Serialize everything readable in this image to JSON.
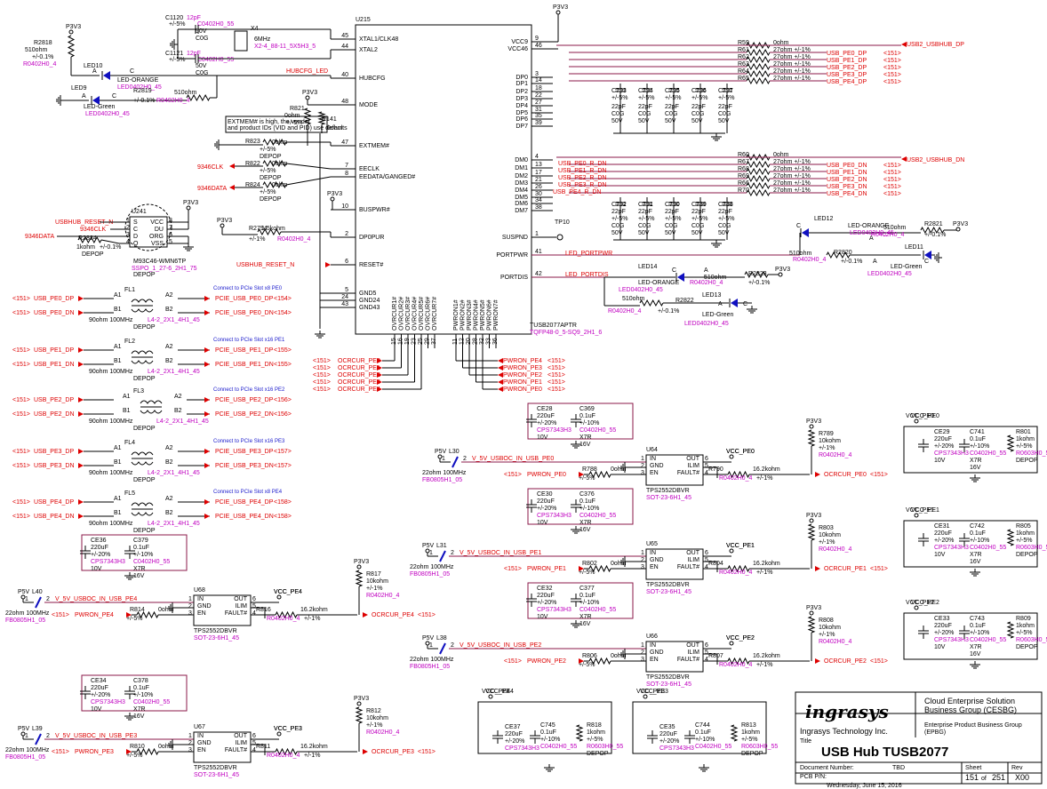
{
  "nets": {
    "p3v3": "P3V3",
    "p5v": "P5V",
    "hubcfg": "HUBCFG_LED",
    "usb2dp": "USB2_USBHUB_DP",
    "usb2dn": "USB2_USBHUB_DN",
    "clk": "9346CLK",
    "data": "9346DATA",
    "usbreset": "USBHUB_RESET_N",
    "resetn": "USBHUB_RESET_N",
    "portpwr": "LED_PORTPWR",
    "portdis": "LED_PORTDIS",
    "vpe0": "V_5V_USBOC_IN_USB_PE0",
    "vpe1": "V_5V_USBOC_IN_USB_PE1",
    "vpe2": "V_5V_USBOC_IN_USB_PE2",
    "vpe3": "V_5V_USBOC_IN_USB_PE3",
    "vpe4": "V_5V_USBOC_IN_USB_PE4",
    "vcc0": "VCC_PE0",
    "vcc1": "VCC_PE1",
    "vcc2": "VCC_PE2",
    "vcc3": "VCC_PE3",
    "vcc4": "VCC_PE4"
  },
  "ic": {
    "ref": "U215",
    "part": "TUSB2077APTR",
    "fp": "TQFP48-0_5-SQ9_2H1_6",
    "left": [
      {
        "n": "XTAL1/CLK48",
        "p": "45"
      },
      {
        "n": "XTAL2",
        "p": "44"
      },
      {
        "n": "HUBCFG",
        "p": "40"
      },
      {
        "n": "MODE",
        "p": "48"
      },
      {
        "n": "EXTMEM#",
        "p": "47"
      },
      {
        "n": "EECLK",
        "p": "7"
      },
      {
        "n": "EEDATA/GANGED#",
        "p": "8"
      },
      {
        "n": "BUSPWR#",
        "p": "10"
      },
      {
        "n": "DP0PUR",
        "p": "2"
      },
      {
        "n": "RESET#",
        "p": "6"
      },
      {
        "n": "GND5",
        "p": "5"
      },
      {
        "n": "GND24",
        "p": "24"
      },
      {
        "n": "GND43",
        "p": "43"
      }
    ],
    "right": [
      {
        "n": "VCC9",
        "p": "9"
      },
      {
        "n": "VCC46",
        "p": "46"
      },
      {
        "n": "DP0",
        "p": "3"
      },
      {
        "n": "DP1",
        "p": "14"
      },
      {
        "n": "DP2",
        "p": "18"
      },
      {
        "n": "DP3",
        "p": "22"
      },
      {
        "n": "DP4",
        "p": "27"
      },
      {
        "n": "DP5",
        "p": "31"
      },
      {
        "n": "DP6",
        "p": "35"
      },
      {
        "n": "DP7",
        "p": "39"
      },
      {
        "n": "DM0",
        "p": "4"
      },
      {
        "n": "DM1",
        "p": "13"
      },
      {
        "n": "DM2",
        "p": "17"
      },
      {
        "n": "DM3",
        "p": "21"
      },
      {
        "n": "DM4",
        "p": "26"
      },
      {
        "n": "DM5",
        "p": "30"
      },
      {
        "n": "DM6",
        "p": "34"
      },
      {
        "n": "DM7",
        "p": "38"
      },
      {
        "n": "SUSPND",
        "p": "1"
      },
      {
        "n": "PORTPWR",
        "p": "41"
      },
      {
        "n": "PORTDIS",
        "p": "42"
      }
    ],
    "bottom_left": [
      "OVRCUR1#",
      "OVRCUR2#",
      "OVRCUR3#",
      "OVRCUR4#",
      "OVRCUR5#",
      "OVRCUR6#",
      "OVRCUR7#"
    ],
    "bottom_left_pins": [
      "15",
      "16",
      "19",
      "23",
      "25",
      "29",
      "37"
    ],
    "bottom_right": [
      "PWRON1#",
      "PWRON2#",
      "PWRON3#",
      "PWRON4#",
      "PWRON5#",
      "PWRON6#",
      "PWRON7#"
    ],
    "bottom_right_pins": [
      "11",
      "12",
      "20",
      "28",
      "32",
      "33",
      "36"
    ]
  },
  "crystal": {
    "ref": "X4",
    "val": "6MHz",
    "fp": "X2-4_88-11_5X5H3_5"
  },
  "xcaps": [
    {
      "ref": "C1120",
      "val": "12pF",
      "tol": "+/-5%",
      "fp": "C0402H0_55",
      "v": "50V",
      "d": "C0G"
    },
    {
      "ref": "C1121",
      "val": "12pF",
      "tol": "+/-5%",
      "fp": "C0402H0_55",
      "v": "50V",
      "d": "C0G"
    }
  ],
  "leds_left": [
    {
      "ref": "LED10",
      "name": "LED-ORANGE",
      "fp": "LED0402H0_45"
    },
    {
      "ref": "LED9",
      "name": "LED-Green",
      "fp": "LED0402H0_45"
    }
  ],
  "r2818": {
    "ref": "R2818",
    "val": "510ohm",
    "tol": "+/-0.1%",
    "fp": "R0402H0_4"
  },
  "r2819": {
    "ref": "R2819",
    "val": "510ohm",
    "tol": "+/-0.1%",
    "fp": "R0402H0_4"
  },
  "r821": {
    "ref": "R821",
    "val": "0ohm",
    "tol": "+/-5%"
  },
  "r141": {
    "ref": "R141",
    "val": "0ohm"
  },
  "modenote": [
    "EXTMEM# is high, the vendor",
    "and product IDs (VID and PID) use defaults"
  ],
  "r823": {
    "ref": "R823",
    "val": "0ohm",
    "tol": "+/-5%",
    "dp": "DEPOP"
  },
  "r822": {
    "ref": "R822",
    "val": "0ohm",
    "tol": "+/-5%",
    "dp": "DEPOP"
  },
  "r824": {
    "ref": "R824",
    "val": "0ohm",
    "tol": "+/-5%",
    "dp": "DEPOP"
  },
  "eeprom": {
    "ref": "U241",
    "part": "M93C46-WMN6TP",
    "fp": "SSPO_1_27-6_2H1_75",
    "dp": "DEPOP",
    "pins": [
      "S",
      "C",
      "D",
      "Q",
      "VCC",
      "DU",
      "ORG",
      "VSS"
    ],
    "pnums": [
      "1",
      "2",
      "3",
      "4",
      "8",
      "7",
      "6",
      "5"
    ]
  },
  "r2824": {
    "ref": "R2824",
    "val": "1kohm",
    "tol": "+/-0.1%",
    "dp": "DEPOP"
  },
  "r2794": {
    "ref": "R2794",
    "val": "1.5kohm",
    "tol": "+/-1%",
    "fp": "R0402H0_4"
  },
  "dpres": [
    {
      "ref": "R59",
      "v": "0ohm"
    },
    {
      "ref": "R61",
      "v": "27ohm +/-1%"
    },
    {
      "ref": "R62",
      "v": "27ohm +/-1%"
    },
    {
      "ref": "R63",
      "v": "27ohm +/-1%"
    },
    {
      "ref": "R64",
      "v": "27ohm +/-1%"
    },
    {
      "ref": "R65",
      "v": "27ohm +/-1%"
    }
  ],
  "dnres": [
    {
      "ref": "R60",
      "v": "0ohm"
    },
    {
      "ref": "R67",
      "v": "27ohm +/-1%"
    },
    {
      "ref": "R68",
      "v": "27ohm +/-1%"
    },
    {
      "ref": "R69",
      "v": "27ohm +/-1%"
    },
    {
      "ref": "R66",
      "v": "27ohm +/-1%"
    },
    {
      "ref": "R70",
      "v": "27ohm +/-1%"
    }
  ],
  "dpnets": [
    "USB_PE0_DP",
    "USB_PE1_DP",
    "USB_PE2_DP",
    "USB_PE3_DP",
    "USB_PE4_DP"
  ],
  "dnnets": [
    "USB_PE0_DN",
    "USB_PE1_DN",
    "USB_PE2_DN",
    "USB_PE3_DN",
    "USB_PE4_DN"
  ],
  "dnnets_r": [
    "USB_PE0_R_DN",
    "USB_PE1_R_DN",
    "USB_PE2_R_DN",
    "USB_PE3_R_DN",
    "USB_PE4_R_DN"
  ],
  "sheetref151": "<151>",
  "capsTop": [
    "C793",
    "C794",
    "C795",
    "C796",
    "C797"
  ],
  "capsBot": [
    "C792",
    "C791",
    "C790",
    "C789",
    "C788"
  ],
  "capv": {
    "val": "22pF",
    "tol": "+/-5%",
    "d": "C0G",
    "v": "50V"
  },
  "tp10": "TP10",
  "leds_right": [
    {
      "ref": "LED12",
      "name": "LED-ORANGE",
      "fp": "LED0402H0_45"
    },
    {
      "ref": "LED11",
      "name": "LED-Green",
      "fp": "LED0402H0_45"
    },
    {
      "ref": "LED14",
      "name": "LED-ORANGE",
      "fp": "LED0402H0_45"
    },
    {
      "ref": "LED13",
      "name": "LED-Green",
      "fp": "LED0402H0_45"
    }
  ],
  "rright": [
    {
      "ref": "R2821",
      "val": "510ohm",
      "fp": "R0402H0_4",
      "tol": "+/-0.1%"
    },
    {
      "ref": "R2820",
      "val": "510ohm",
      "fp": "R0402H0_4",
      "tol": "+/-0.1%"
    },
    {
      "ref": "R2823",
      "val": "510ohm",
      "fp": "R0402H0_4",
      "tol": "+/-0.1%"
    },
    {
      "ref": "R2822",
      "val": "510ohm",
      "fp": "R0402H0_4",
      "tol": "+/-0.1%"
    }
  ],
  "filters": [
    {
      "ref": "FL1",
      "note": "Connect to PCIe Slot x8 PE0",
      "in": [
        "USB_PE0_DP",
        "USB_PE0_DN"
      ],
      "out": [
        "PCIE_USB_PE0_DP",
        "PCIE_USB_PE0_DN"
      ],
      "sheet": "<154>"
    },
    {
      "ref": "FL2",
      "note": "Connect to PCIe Slot x16 PE1",
      "in": [
        "USB_PE1_DP",
        "USB_PE1_DN"
      ],
      "out": [
        "PCIE_USB_PE1_DP",
        "PCIE_USB_PE1_DN"
      ],
      "sheet": "<155>"
    },
    {
      "ref": "FL3",
      "note": "Connect to PCIe Slot x16 PE2",
      "in": [
        "USB_PE2_DP",
        "USB_PE2_DN"
      ],
      "out": [
        "PCIE_USB_PE2_DP",
        "PCIE_USB_PE2_DN"
      ],
      "sheet": "<156>"
    },
    {
      "ref": "FL4",
      "note": "Connect to PCIe Slot x16 PE3",
      "in": [
        "USB_PE3_DP",
        "USB_PE3_DN"
      ],
      "out": [
        "PCIE_USB_PE3_DP",
        "PCIE_USB_PE3_DN"
      ],
      "sheet": "<157>"
    },
    {
      "ref": "FL5",
      "note": "Connect to PCIe Slot x8 PE4",
      "in": [
        "USB_PE4_DP",
        "USB_PE4_DN"
      ],
      "out": [
        "PCIE_USB_PE4_DP",
        "PCIE_USB_PE4_DN"
      ],
      "sheet": "<158>"
    }
  ],
  "flv": {
    "imp": "90ohm 100MHz",
    "fp": "L4-2_2X1_4H1_45",
    "dp": "DEPOP"
  },
  "ocr": [
    "OCRCUR_PE0",
    "OCRCUR_PE1",
    "OCRCUR_PE2",
    "OCRCUR_PE3",
    "OCRCUR_PE4"
  ],
  "pwr": [
    "PWRON_PE4",
    "PWRON_PE3",
    "PWRON_PE2",
    "PWRON_PE1",
    "PWRON_PE0"
  ],
  "sw": {
    "part": "TPS2552DBVR",
    "fp": "SOT-23-6H1_45",
    "pins": [
      "IN",
      "GND",
      "EN",
      "OUT",
      "ILIM",
      "FAULT#"
    ]
  },
  "fb": {
    "val": "22ohm 100MHz",
    "fp": "FB0805H1_05"
  },
  "ce": {
    "val": "220uF",
    "tol": "+/-20%",
    "fp": "CPS7343H3",
    "v": "10V"
  },
  "cc": {
    "val": "0.1uF",
    "tol": "+/-10%",
    "fp": "C0402H0_55",
    "d": "X7R",
    "v": "16V"
  },
  "rpu": {
    "val": "10kohm",
    "tol": "+/-1%",
    "fp": "R0402H0_4"
  },
  "rlim": {
    "val": "16.2kohm",
    "tol": "+/-1%",
    "fp": "R0402H0_4"
  },
  "r0": {
    "val": "0ohm",
    "tol": "+/-5%"
  },
  "rled": {
    "val": "1kohm",
    "tol": "+/-5%",
    "fp": "R0603H0_55",
    "dp": "DEPOP"
  },
  "title": {
    "company": "Ingrasys Technology Inc.",
    "group1": "Cloud Enterprise Solution",
    "group2": "Business Group (CESBG)",
    "group3": "Enterprise Product Business Group",
    "group4": "(EPBG)",
    "tlabel": "Title",
    "name": "USB Hub TUSB2077",
    "docl": "Document Number:",
    "doc": "TBD",
    "pcbl": "PCB P/N:",
    "date": "Wednesday, June 15, 2016",
    "sheetl": "Sheet",
    "sheet": "151",
    "of": "of",
    "total": "251",
    "revl": "Rev",
    "rev": "X00",
    "logo": "ingrasys"
  }
}
